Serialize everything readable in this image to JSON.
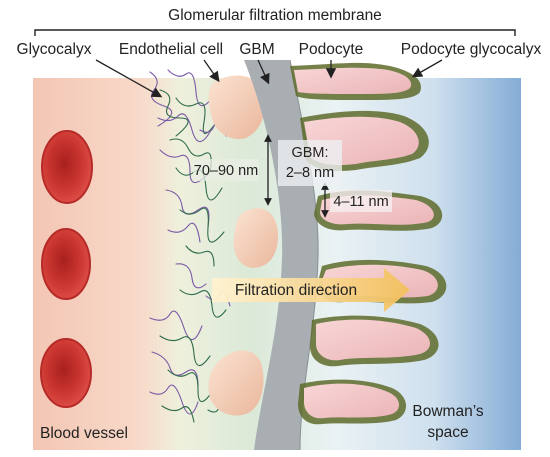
{
  "title": "Glomerular filtration membrane",
  "labels": {
    "glycocalyx": "Glycocalyx",
    "endothelial_cell": "Endothelial cell",
    "gbm": "GBM",
    "podocyte": "Podocyte",
    "podocyte_glycocalyx": "Podocyte glycocalyx",
    "blood_vessel": "Blood vessel",
    "bowmans_space_line1": "Bowman’s",
    "bowmans_space_line2": "space"
  },
  "measurements": {
    "endothelial_gap": "70–90 nm",
    "gbm_label": "GBM:",
    "gbm_thickness": "2–8 nm",
    "podocyte_gap": "4–11 nm"
  },
  "arrow": {
    "label": "Filtration direction",
    "color": "#f7c96a"
  },
  "colors": {
    "blood_side": "#f6cdb8",
    "bowmans_side": "#8fb6dc",
    "gbm": "#a9aeb3",
    "podocyte": "#f2c4c7",
    "podocyte_glycocalyx": "#5e6b2a",
    "red_blood_cell": "#c8332f",
    "glycocalyx_fibers": "#7b5aa6"
  }
}
